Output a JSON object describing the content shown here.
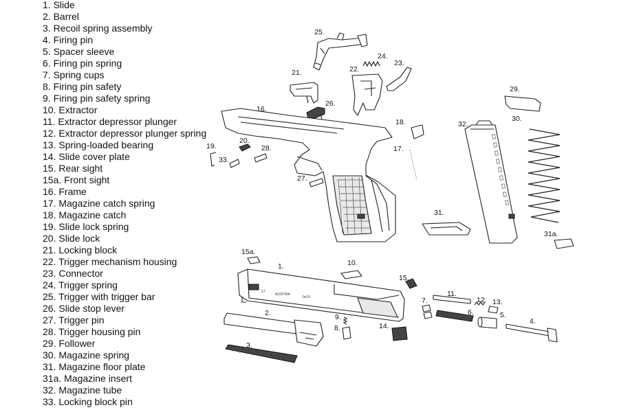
{
  "legend": [
    "1. Slide",
    "2. Barrel",
    "3. Recoil spring assembly",
    "4. Firing pin",
    "5. Spacer sleeve",
    "6. Firing pin spring",
    "7. Spring cups",
    "8. Firing pin safety",
    "9. Firing pin safety spring",
    "10. Extractor",
    "11. Extractor depressor plunger",
    "12. Extractor depressor plunger spring",
    "13. Spring-loaded bearing",
    "14. Slide cover plate",
    "15. Rear sight",
    "15a. Front sight",
    "16. Frame",
    "17. Magazine catch spring",
    "18. Magazine catch",
    "19. Slide lock spring",
    "20. Slide lock",
    "21. Locking block",
    "22. Trigger mechanism housing",
    "23. Connector",
    "24. Trigger spring",
    "25. Trigger with trigger bar",
    "26. Slide stop lever",
    "27. Trigger pin",
    "28. Trigger housing pin",
    "29. Follower",
    "30. Magazine spring",
    "31. Magazine floor plate",
    "31a. Magazine insert",
    "32. Magazine tube",
    "33. Locking block pin"
  ],
  "callouts": {
    "c1": "1.",
    "c2": "2.",
    "c3": "3.",
    "c4": "4.",
    "c5": "5.",
    "c6": "6.",
    "c7": "7.",
    "c8": "8.",
    "c9": "9.",
    "c10": "10.",
    "c11": "11.",
    "c12": "12.",
    "c13": "13.",
    "c14": "14.",
    "c15": "15.",
    "c15a": "15a.",
    "c16": "16.",
    "c17": "17.",
    "c18": "18.",
    "c19": "19.",
    "c20": "20.",
    "c21": "21.",
    "c22": "22.",
    "c23": "23.",
    "c24": "24.",
    "c25": "25.",
    "c26": "26.",
    "c27": "27.",
    "c28": "28.",
    "c29": "29.",
    "c30": "30.",
    "c31": "31.",
    "c31a": "31a.",
    "c32": "32.",
    "c33": "33."
  },
  "slide_markings": {
    "model": "17",
    "country": "AUSTRIA",
    "caliber": "9x19"
  }
}
